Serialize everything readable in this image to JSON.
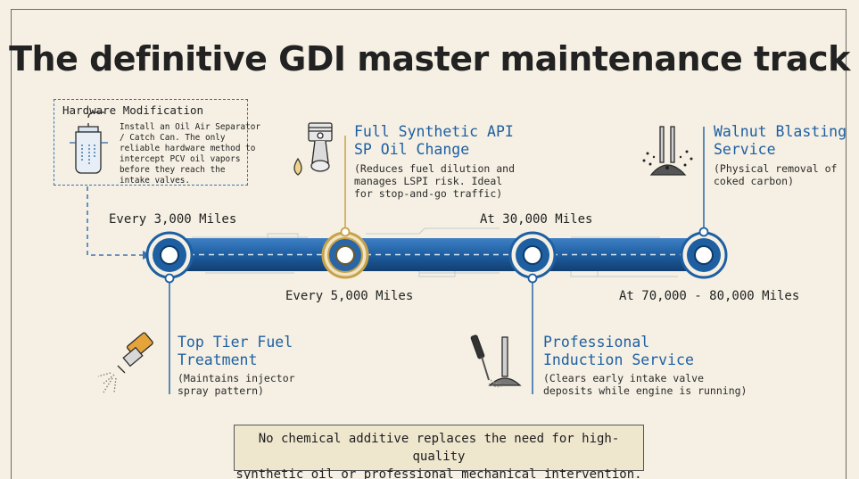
{
  "title": "The definitive GDI master maintenance track",
  "hardware": {
    "title": "Hardware Modification",
    "lines": [
      "Install an Oil Air Separator",
      "/ Catch Can. The only",
      "reliable hardware method to",
      "intercept PCV oil vapors",
      "before they reach the",
      "intake valves."
    ]
  },
  "milestones": {
    "m1": "Every 3,000 Miles",
    "m2": "Every 5,000 Miles",
    "m3": "At 30,000 Miles",
    "m4": "At 70,000 - 80,000 Miles"
  },
  "services": {
    "oil": {
      "title": [
        "Full Synthetic API",
        "SP Oil Change"
      ],
      "desc": [
        "(Reduces fuel dilution and",
        "manages LSPI risk. Ideal",
        "for stop-and-go traffic)"
      ]
    },
    "walnut": {
      "title": [
        "Walnut Blasting",
        "Service"
      ],
      "desc": [
        "(Physical removal of",
        "coked carbon)"
      ]
    },
    "fuel": {
      "title": [
        "Top Tier Fuel",
        "Treatment"
      ],
      "desc": [
        "(Maintains injector",
        "spray pattern)"
      ]
    },
    "induction": {
      "title": [
        "Professional",
        "Induction Service"
      ],
      "desc": [
        "(Clears early intake valve",
        "deposits while engine is running)"
      ]
    }
  },
  "note": {
    "lines": [
      "No chemical additive replaces the need for high-quality",
      "synthetic oil or professional mechanical intervention."
    ]
  },
  "colors": {
    "background": "#f5f0e3",
    "accent_blue": "#1e5fa2",
    "gold": "#c7a24a",
    "note_bg": "#efe6ce"
  }
}
